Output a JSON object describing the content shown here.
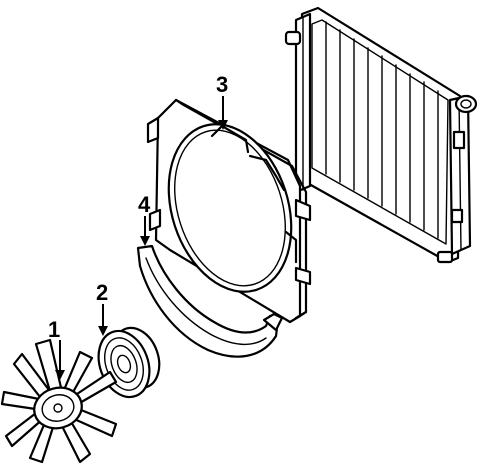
{
  "callouts": [
    {
      "id": "fan",
      "label": "1"
    },
    {
      "id": "fan-clutch",
      "label": "2"
    },
    {
      "id": "fan-shroud",
      "label": "3"
    },
    {
      "id": "lower-shroud",
      "label": "4"
    }
  ]
}
